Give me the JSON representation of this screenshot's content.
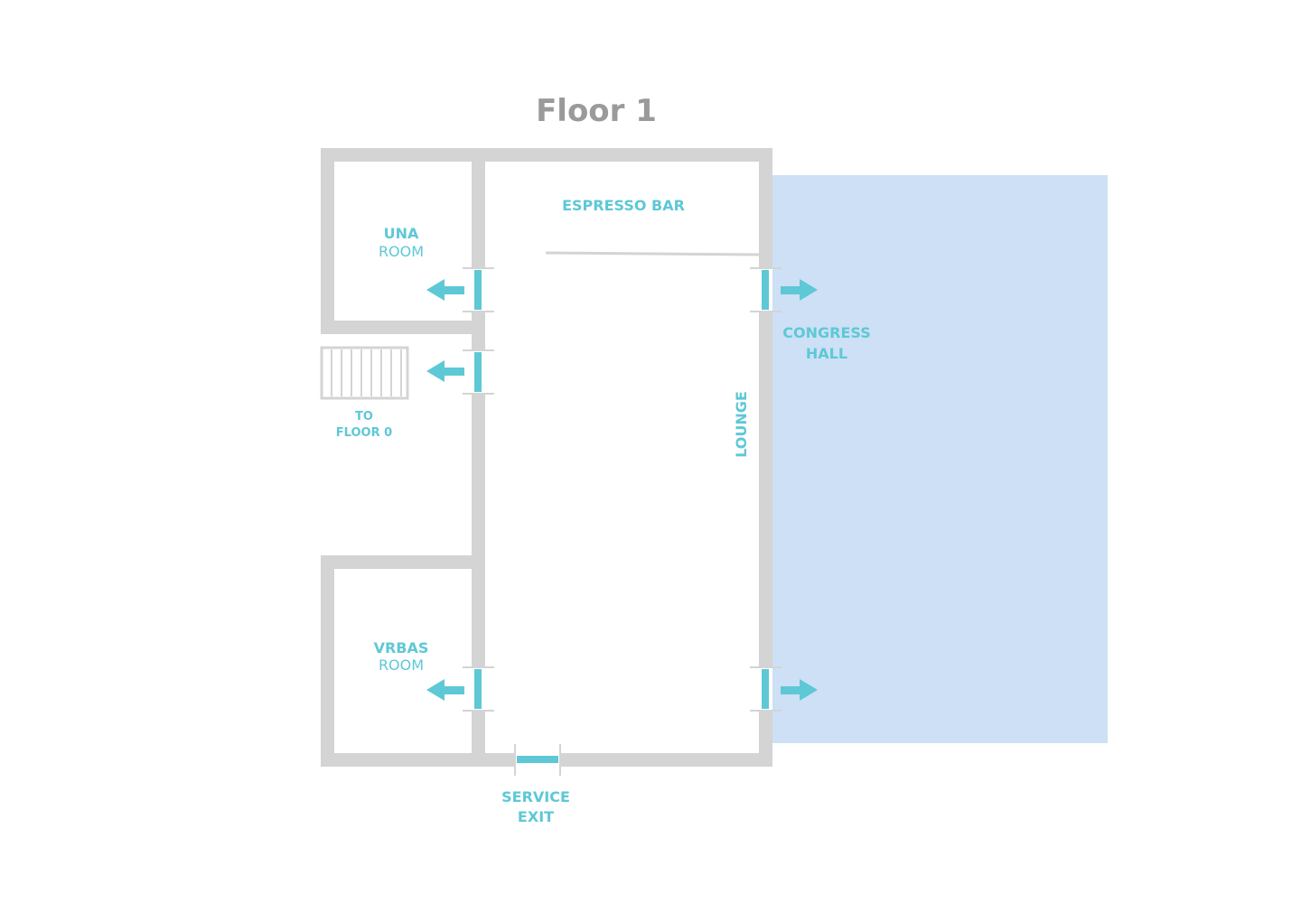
{
  "title": "Floor 1",
  "colors": {
    "wall": "#d4d4d4",
    "accent": "#5ec8d6",
    "hall_fill": "#cde0f5",
    "title": "#9a9a9a"
  },
  "rooms": {
    "una": {
      "name": "UNA",
      "type": "ROOM"
    },
    "vrbas": {
      "name": "VRBAS",
      "type": "ROOM"
    },
    "espresso_bar": {
      "name": "ESPRESSO BAR"
    },
    "lounge": {
      "name": "LOUNGE"
    },
    "congress_hall": {
      "line1": "CONGRESS",
      "line2": "HALL"
    }
  },
  "stairs": {
    "line1": "TO",
    "line2": "FLOOR 0"
  },
  "service_exit": {
    "line1": "SERVICE",
    "line2": "EXIT"
  },
  "icons": {
    "door": "door-icon",
    "arrow_left": "arrow-left-icon",
    "arrow_right": "arrow-right-icon",
    "stairs": "stairs-icon"
  }
}
